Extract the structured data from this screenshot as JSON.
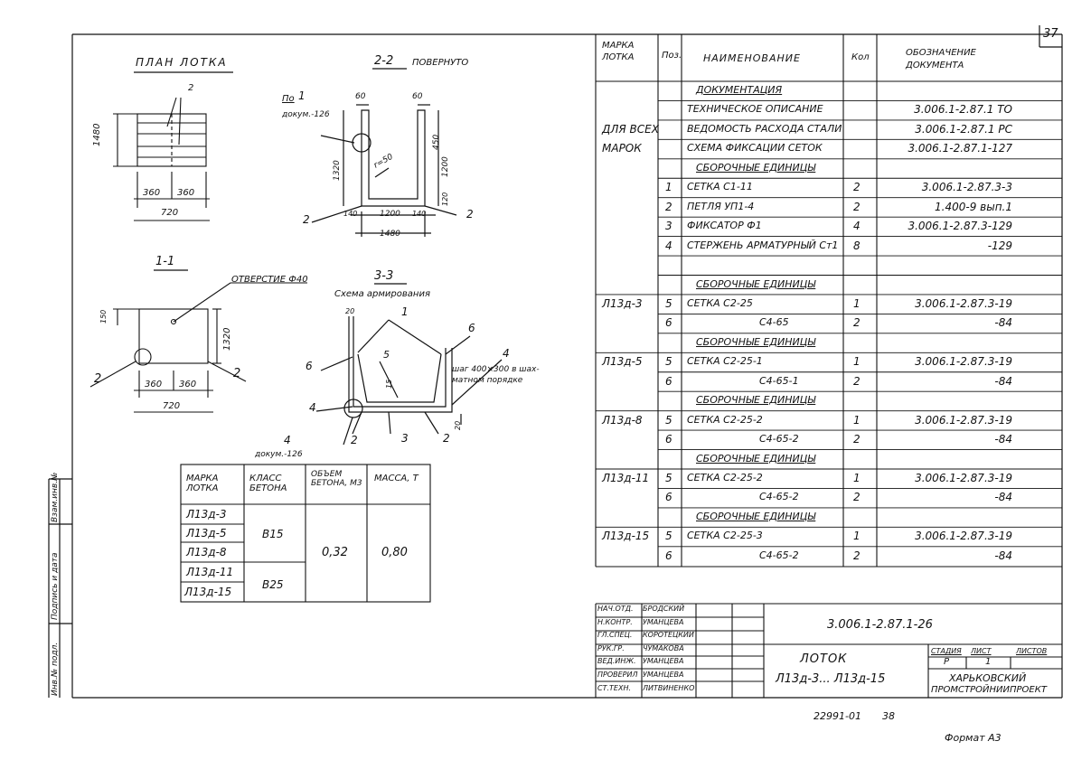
{
  "page_number": "37",
  "views": {
    "plan": {
      "title": "ПЛАН ЛОТКА",
      "callout": "2",
      "dim_height": "1480",
      "dim_a": "360",
      "dim_b": "360",
      "dim_total": "720"
    },
    "section22": {
      "title": "2-2",
      "subtitle": "ПОВЕРНУТО",
      "ref_line1": "По",
      "ref_num": "1",
      "ref_line2": "докум.-126",
      "d60a": "60",
      "d60b": "60",
      "d450": "450",
      "d1320": "1320",
      "d1200": "1200",
      "r": "r=50",
      "d140a": "140",
      "d1200b": "1200",
      "d140b": "140",
      "d120": "120",
      "d1480": "1480",
      "callout_left": "2",
      "callout_right": "2"
    },
    "section11": {
      "title": "1-1",
      "hole": "ОТВЕРСТИЕ Ф40",
      "d150": "150",
      "d1320": "1320",
      "d360a": "360",
      "d360b": "360",
      "d720": "720",
      "callout_left": "2",
      "callout_right": "2"
    },
    "section33": {
      "title": "3-3",
      "subtitle": "Схема армирования",
      "d20": "20",
      "c1": "1",
      "c6a": "6",
      "c6b": "6",
      "c5": "5",
      "c15": "15",
      "c4a": "4",
      "c4b": "4",
      "c4c": "4",
      "step": "шаг 400×300 в шах-",
      "step2": "матном порядке",
      "c2a": "2",
      "c3": "3",
      "c2b": "2",
      "d20b": "20",
      "ref": "докум.-126"
    }
  },
  "concrete_table": {
    "headers": [
      "МАРКА ЛОТКА",
      "КЛАСС БЕТОНА",
      "ОБЪЕМ БЕТОНА, М3",
      "МАССА, Т"
    ],
    "marks": [
      "Л13д-3",
      "Л13д-5",
      "Л13д-8",
      "Л13д-11",
      "Л13д-15"
    ],
    "class1": "В15",
    "class2": "В25",
    "volume": "0,32",
    "mass": "0,80"
  },
  "spec_table": {
    "headers": {
      "mark": "МАРКА ЛОТКА",
      "pos": "Поз.",
      "name": "НАИМЕНОВАНИЕ",
      "qty": "Кол",
      "doc": "ОБОЗНАЧЕНИЕ ДОКУМЕНТА"
    },
    "rows": [
      {
        "mark": "",
        "pos": "",
        "name": "ДОКУМЕНТАЦИЯ",
        "qty": "",
        "doc": "",
        "heading": true
      },
      {
        "mark": "",
        "pos": "",
        "name": "ТЕХНИЧЕСКОЕ ОПИСАНИЕ",
        "qty": "",
        "doc": "3.006.1-2.87.1 ТО"
      },
      {
        "mark": "ДЛЯ ВСЕХ",
        "pos": "",
        "name": "ВЕДОМОСТЬ РАСХОДА СТАЛИ",
        "qty": "",
        "doc": "3.006.1-2.87.1 РС"
      },
      {
        "mark": "МАРОК",
        "pos": "",
        "name": "СХЕМА ФИКСАЦИИ СЕТОК",
        "qty": "",
        "doc": "3.006.1-2.87.1-127"
      },
      {
        "mark": "",
        "pos": "",
        "name": "СБОРОЧНЫЕ ЕДИНИЦЫ",
        "qty": "",
        "doc": "",
        "heading": true
      },
      {
        "mark": "",
        "pos": "1",
        "name": "СЕТКА С1-11",
        "qty": "2",
        "doc": "3.006.1-2.87.3-3"
      },
      {
        "mark": "",
        "pos": "2",
        "name": "ПЕТЛЯ УП1-4",
        "qty": "2",
        "doc": "1.400-9 вып.1"
      },
      {
        "mark": "",
        "pos": "3",
        "name": "ФИКСАТОР Ф1",
        "qty": "4",
        "doc": "3.006.1-2.87.3-129"
      },
      {
        "mark": "",
        "pos": "4",
        "name": "СТЕРЖЕНЬ АРМАТУРНЫЙ Ст1",
        "qty": "8",
        "doc": "-129"
      },
      {
        "mark": "",
        "pos": "",
        "name": "",
        "qty": "",
        "doc": ""
      },
      {
        "mark": "",
        "pos": "",
        "name": "СБОРОЧНЫЕ ЕДИНИЦЫ",
        "qty": "",
        "doc": "",
        "heading": true
      },
      {
        "mark": "Л13д-3",
        "pos": "5",
        "name": "СЕТКА С2-25",
        "qty": "1",
        "doc": "3.006.1-2.87.3-19"
      },
      {
        "mark": "",
        "pos": "6",
        "name": "С4-65",
        "qty": "2",
        "doc": "-84"
      },
      {
        "mark": "",
        "pos": "",
        "name": "СБОРОЧНЫЕ ЕДИНИЦЫ",
        "qty": "",
        "doc": "",
        "heading": true
      },
      {
        "mark": "Л13д-5",
        "pos": "5",
        "name": "СЕТКА С2-25-1",
        "qty": "1",
        "doc": "3.006.1-2.87.3-19"
      },
      {
        "mark": "",
        "pos": "6",
        "name": "С4-65-1",
        "qty": "2",
        "doc": "-84"
      },
      {
        "mark": "",
        "pos": "",
        "name": "СБОРОЧНЫЕ ЕДИНИЦЫ",
        "qty": "",
        "doc": "",
        "heading": true
      },
      {
        "mark": "Л13д-8",
        "pos": "5",
        "name": "СЕТКА С2-25-2",
        "qty": "1",
        "doc": "3.006.1-2.87.3-19"
      },
      {
        "mark": "",
        "pos": "6",
        "name": "С4-65-2",
        "qty": "2",
        "doc": "-84"
      },
      {
        "mark": "",
        "pos": "",
        "name": "СБОРОЧНЫЕ ЕДИНИЦЫ",
        "qty": "",
        "doc": "",
        "heading": true
      },
      {
        "mark": "Л13д-11",
        "pos": "5",
        "name": "СЕТКА С2-25-2",
        "qty": "1",
        "doc": "3.006.1-2.87.3-19"
      },
      {
        "mark": "",
        "pos": "6",
        "name": "С4-65-2",
        "qty": "2",
        "doc": "-84"
      },
      {
        "mark": "",
        "pos": "",
        "name": "СБОРОЧНЫЕ ЕДИНИЦЫ",
        "qty": "",
        "doc": "",
        "heading": true
      },
      {
        "mark": "Л13д-15",
        "pos": "5",
        "name": "СЕТКА С2-25-3",
        "qty": "1",
        "doc": "3.006.1-2.87.3-19"
      },
      {
        "mark": "",
        "pos": "6",
        "name": "С4-65-2",
        "qty": "2",
        "doc": "-84"
      }
    ]
  },
  "title_block": {
    "roles": [
      "НАЧ.ОТД.",
      "Н.КОНТР.",
      "ГЛ.СПЕЦ.",
      "РУК.ГР.",
      "ВЕД.ИНЖ.",
      "ПРОВЕРИЛ",
      "СТ.ТЕХН."
    ],
    "names": [
      "БРОДСКИЙ",
      "УМАНЦЕВА",
      "КОРОТЕЦКИЙ",
      "ЧУМАКОВА",
      "УМАНЦЕВА",
      "УМАНЦЕВА",
      "ЛИТВИНЕНКО"
    ],
    "code": "3.006.1-2.87.1-26",
    "name1": "ЛОТОК",
    "name2": "Л13д-3... Л13д-15",
    "stage_h": "СТАДИЯ",
    "sheet_h": "ЛИСТ",
    "sheets_h": "ЛИСТОВ",
    "stage": "Р",
    "sheet": "1",
    "org1": "ХАРЬКОВСКИЙ",
    "org2": "ПРОМСТРОЙНИИПРОЕКТ"
  },
  "side_stamp": [
    "Инв.№ подл.",
    "Подпись и дата",
    "Взам.инв.№"
  ],
  "footer": {
    "number": "22991-01",
    "page": "38",
    "format": "Формат А3"
  }
}
